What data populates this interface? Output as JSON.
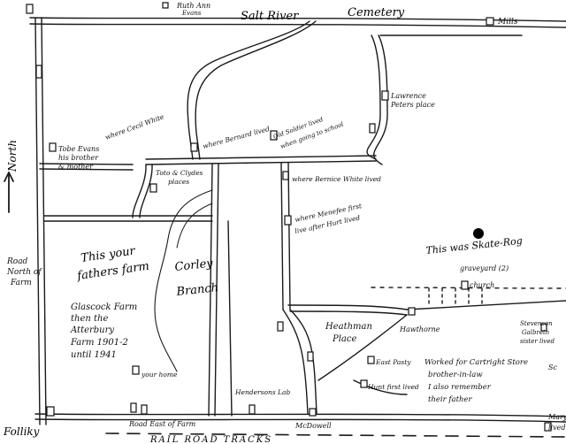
{
  "labels": {
    "ruth_ann": "Ruth Ann",
    "evans": "Evans",
    "salt_river": "Salt River",
    "cemetery": "Cemetery",
    "mills": "Mills",
    "north": "North",
    "lawrence": "Lawrence",
    "peters_place": "Peters place",
    "cecil_white": "where Cecil White",
    "bernard": "where Bernard lived",
    "wiley_line1": "Old Soldier lived",
    "wiley_line2": "when going to school",
    "tobe_evans": "Tobe Evans",
    "brother": "his brother",
    "mother": "& mother",
    "toto_clyde": "Toto & Clydes",
    "places": "places",
    "bernice_white": "where Bernice White lived",
    "menefee_1": "where Menefee first",
    "menefee_2": "live after Hurt lived",
    "skate_rog": "This was Skate-Rog",
    "graveyard": "graveyard (2)",
    "church": "church",
    "road_line1": "Road",
    "road_line2": "North of",
    "road_line3": "Farm",
    "fathers_1": "This your",
    "fathers_2": "fathers farm",
    "corley": "Corley",
    "branch": "Branch",
    "glascock_1": "Glascock Farm",
    "glascock_2": "then the",
    "glascock_3": "Atterbury",
    "glascock_4": "Farm 1901-2",
    "glascock_5": "until 1941",
    "heathman_1": "Heathman",
    "heathman_2": "Place",
    "hawthorne": "Hawthorne",
    "worked_1": "Worked for Cartright Store",
    "worked_2": "brother-in-law",
    "worked_3": "I also remember",
    "worked_4": "their father",
    "stevenson_1": "Stevenson",
    "stevenson_2": "Galbreth",
    "stevenson_3": "sister lived",
    "east_pasty": "East Pasty",
    "hunt_lived": "Hunt first lived",
    "your_home": "your home",
    "hendersons": "Hendersons Lab",
    "road_east": "Road East of Farm",
    "railroad": "RAIL ROAD TRACKS",
    "mcdowell": "McDowell",
    "folliky": "Folliky",
    "mary_1": "Mary",
    "mary_2": "lived",
    "sc": "Sc"
  }
}
